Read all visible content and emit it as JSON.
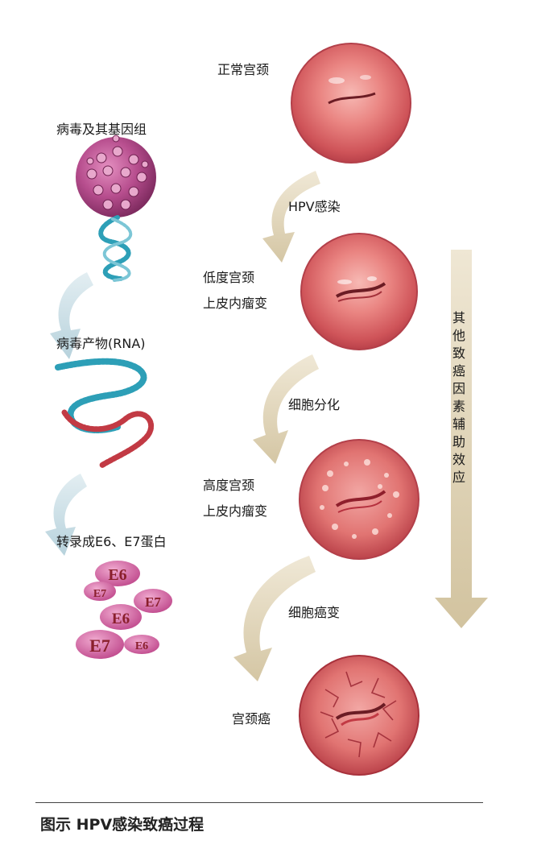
{
  "left_column": {
    "virus_label": "病毒及其基因组",
    "rna_label": "病毒产物(RNA)",
    "protein_label": "转录成E6、E7蛋白",
    "proteins": [
      "E6",
      "E7",
      "E7",
      "E6",
      "E7",
      "E6"
    ]
  },
  "stages": {
    "normal": "正常宫颈",
    "hpv_infection": "HPV感染",
    "low_grade_line1": "低度宫颈",
    "low_grade_line2": "上皮内瘤变",
    "differentiation": "细胞分化",
    "high_grade_line1": "高度宫颈",
    "high_grade_line2": "上皮内瘤变",
    "cancer_change": "细胞癌变",
    "cancer": "宫颈癌"
  },
  "side_note": "其他致癌因素辅助效应",
  "caption": "图示 HPV感染致癌过程",
  "colors": {
    "cervix_pink": "#e46f72",
    "cervix_dark": "#a8323c",
    "virus_purple": "#a2407e",
    "rna_teal": "#2d9fb7",
    "rna_red": "#c23a44",
    "arrow_tan": "#dccfb0",
    "arrow_blue": "#c8dee6"
  }
}
